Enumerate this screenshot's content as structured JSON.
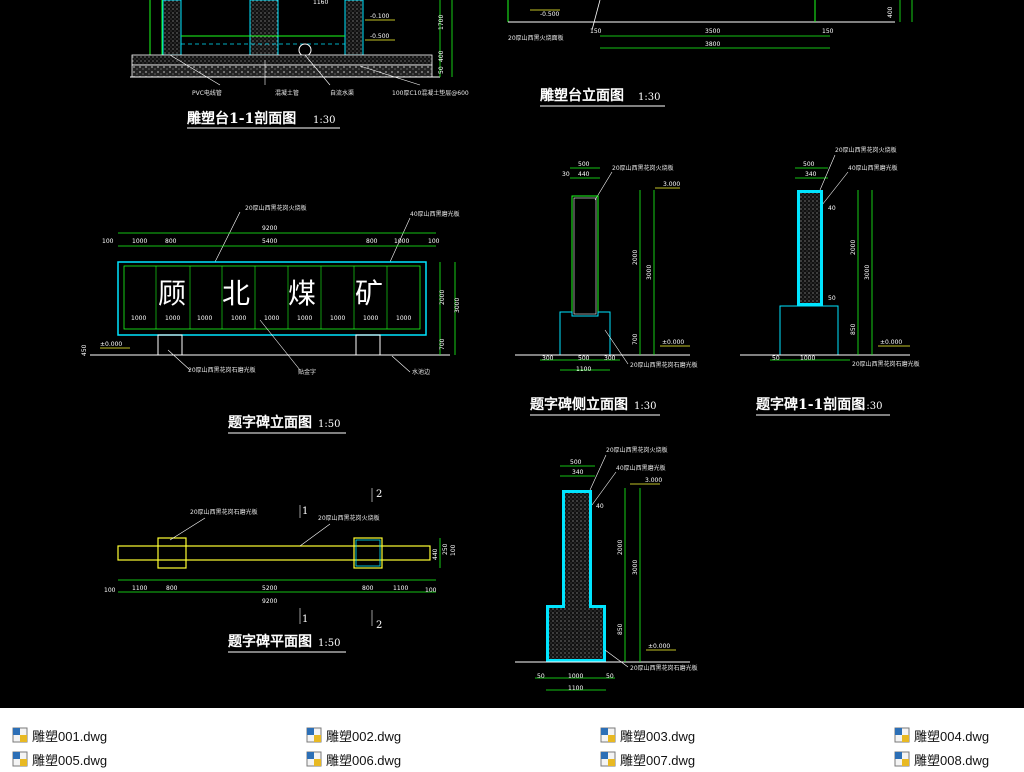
{
  "drawing": {
    "title_section": "雕塑台1-1剖面图",
    "title_section_scale": "1:30",
    "title_elevation": "雕塑台立面图",
    "title_elevation_scale": "1:30",
    "title_stele_elev": "题字碑立面图",
    "title_stele_elev_scale": "1:50",
    "title_stele_plan": "题字碑平面图",
    "title_stele_plan_scale": "1:50",
    "title_stele_side": "题字碑侧立面图",
    "title_stele_side_scale": "1:30",
    "title_stele_sect": "题字碑1-1剖面图",
    "title_stele_sect_scale": "1:30",
    "inscription": [
      "顾",
      "北",
      "煤",
      "矿"
    ],
    "labels": {
      "pvc_pipe": "PVC电线管",
      "drain": "混凝土管",
      "self_drain": "自流水渠",
      "gravel": "100厚C10混凝土垫层@600",
      "granite_fire": "20厚山西黑火烧面板",
      "stele_fire": "20厚山西黑花岗火烧板",
      "stele_polish": "40厚山西黑磨光板",
      "stele_polish_base": "20厚山西黑花岗石磨光板",
      "gold_text": "贴金字",
      "water": "水池边",
      "plan_polish": "20厚山西黑花岗石磨光板",
      "plan_fire": "20厚山西黑花岗火烧板",
      "side_top": "20厚山西黑花岗火烧板",
      "side_base": "20厚山西黑花岗石磨光板",
      "sect_top": "20厚山西黑花岗火烧板",
      "sect_mid": "40厚山西黑磨光板",
      "sect_base": "20厚山西黑花岗石磨光板",
      "low_top": "20厚山西黑花岗火烧板",
      "low_mid": "40厚山西黑磨光板",
      "low_base": "20厚山西黑花岗石磨光板"
    },
    "dims": {
      "elev_total": "9200",
      "elev_mid": "5400",
      "elev_1000": "1000",
      "elev_800": "800",
      "elev_100": "100",
      "elev_2000": "2000",
      "elev_3000": "3000",
      "elev_700": "700",
      "elev_450": "450",
      "elev_pm": "±0.000",
      "plan_total": "9200",
      "plan_mid": "5200",
      "plan_1100": "1100",
      "plan_800": "800",
      "plan_100": "100",
      "plan_440": "440",
      "plan_250": "250",
      "side_500": "500",
      "side_440": "440",
      "side_30": "30",
      "side_3000": "3.000",
      "side_2000": "2000",
      "side_3000b": "3000",
      "side_700": "700",
      "side_300": "300",
      "side_1100": "1100",
      "side_pm": "±0.000",
      "sect_340": "340",
      "sect_50": "50",
      "sect_40": "40",
      "sect_850": "850",
      "sect_1000": "1000",
      "sculpt_3500": "3500",
      "sculpt_3800": "3800",
      "sculpt_150": "150",
      "sculpt_400": "400",
      "sec_m0100": "-0.100",
      "sec_m0500": "-0.500",
      "sec_1160": "1160",
      "sec_1700": "1700",
      "sec_50": "50",
      "sec_400": "400",
      "ele_m0500": "-0.500"
    },
    "section_marks": {
      "one": "1",
      "two": "2"
    },
    "colors": {
      "background": "#000000",
      "line_green": "#1cff1c",
      "line_cyan": "#00e5ff",
      "line_yellow": "#ffff33",
      "line_white": "#ffffff"
    }
  },
  "files": [
    {
      "name": "雕塑001.dwg"
    },
    {
      "name": "雕塑002.dwg"
    },
    {
      "name": "雕塑003.dwg"
    },
    {
      "name": "雕塑004.dwg"
    },
    {
      "name": "雕塑005.dwg"
    },
    {
      "name": "雕塑006.dwg"
    },
    {
      "name": "雕塑007.dwg"
    },
    {
      "name": "雕塑008.dwg"
    }
  ]
}
